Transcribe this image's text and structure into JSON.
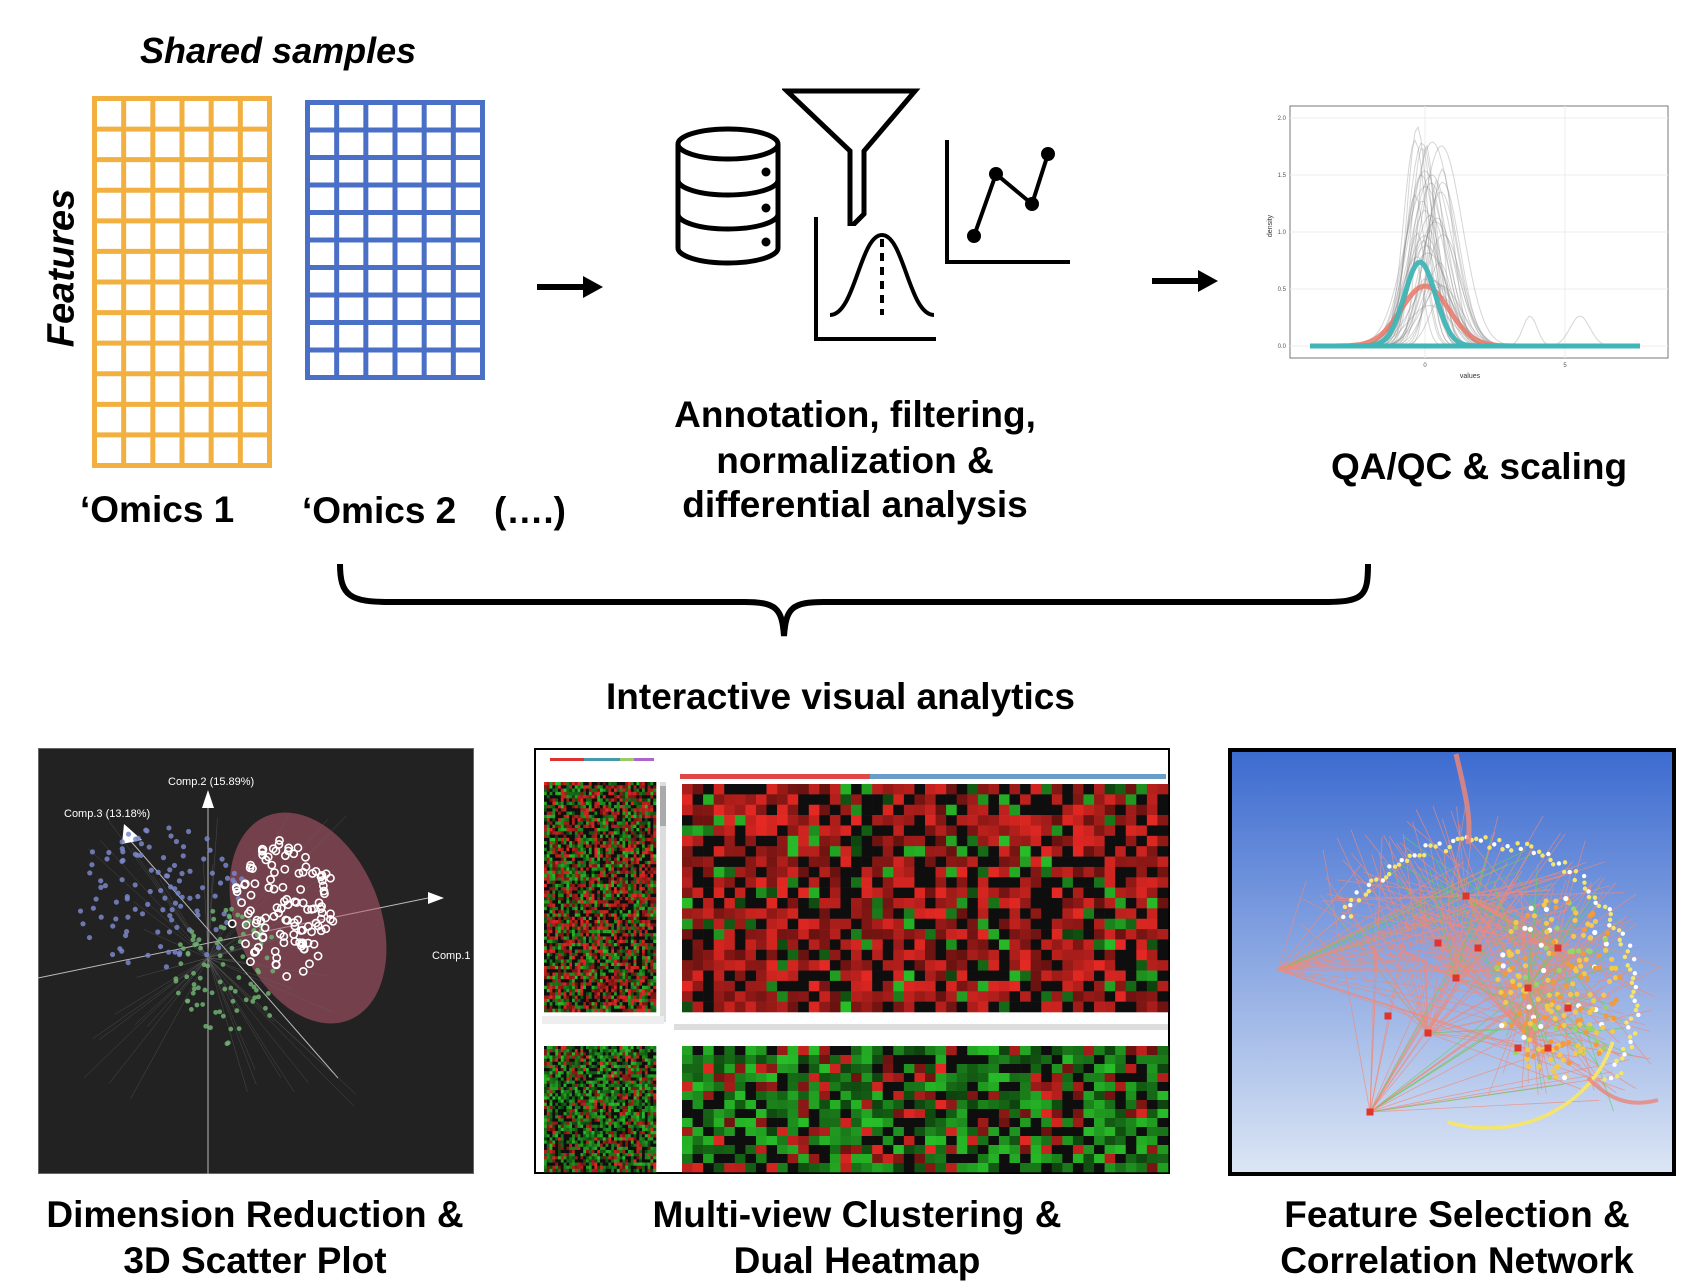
{
  "top": {
    "shared_samples": "Shared samples",
    "features": "Features",
    "omics1": "‘Omics 1",
    "omics2": "‘Omics 2",
    "ellipsis": "(….)",
    "processing": [
      "Annotation, filtering,",
      "normalization &",
      "differential analysis"
    ],
    "qaqc": "QA/QC & scaling"
  },
  "density_plot": {
    "ylabel": "density",
    "xlabel": "values",
    "yticks": [
      "0.0",
      "0.5",
      "1.0",
      "1.5",
      "2.0"
    ],
    "xticks": [
      "0",
      "5"
    ]
  },
  "interactive": "Interactive visual analytics",
  "scatter": {
    "axis1": "Comp.1",
    "axis2": "Comp.2 (15.89%)",
    "axis3": "Comp.3 (13.18%)"
  },
  "panels": {
    "scatter_caption": [
      "Dimension Reduction &",
      "3D Scatter Plot"
    ],
    "heatmap_caption": [
      "Multi-view Clustering &",
      "Dual Heatmap"
    ],
    "network_caption": [
      "Feature Selection &",
      "Correlation Network"
    ]
  },
  "colors": {
    "omics1_grid": "#F2B041",
    "omics2_grid": "#4A6FC7",
    "scatter_bg": "#222222",
    "heatmap_red": "#E8342A",
    "heatmap_green": "#2EA52E",
    "network_bg_top": "#3C6BD0",
    "network_bg_bottom": "#DCE6F5"
  }
}
